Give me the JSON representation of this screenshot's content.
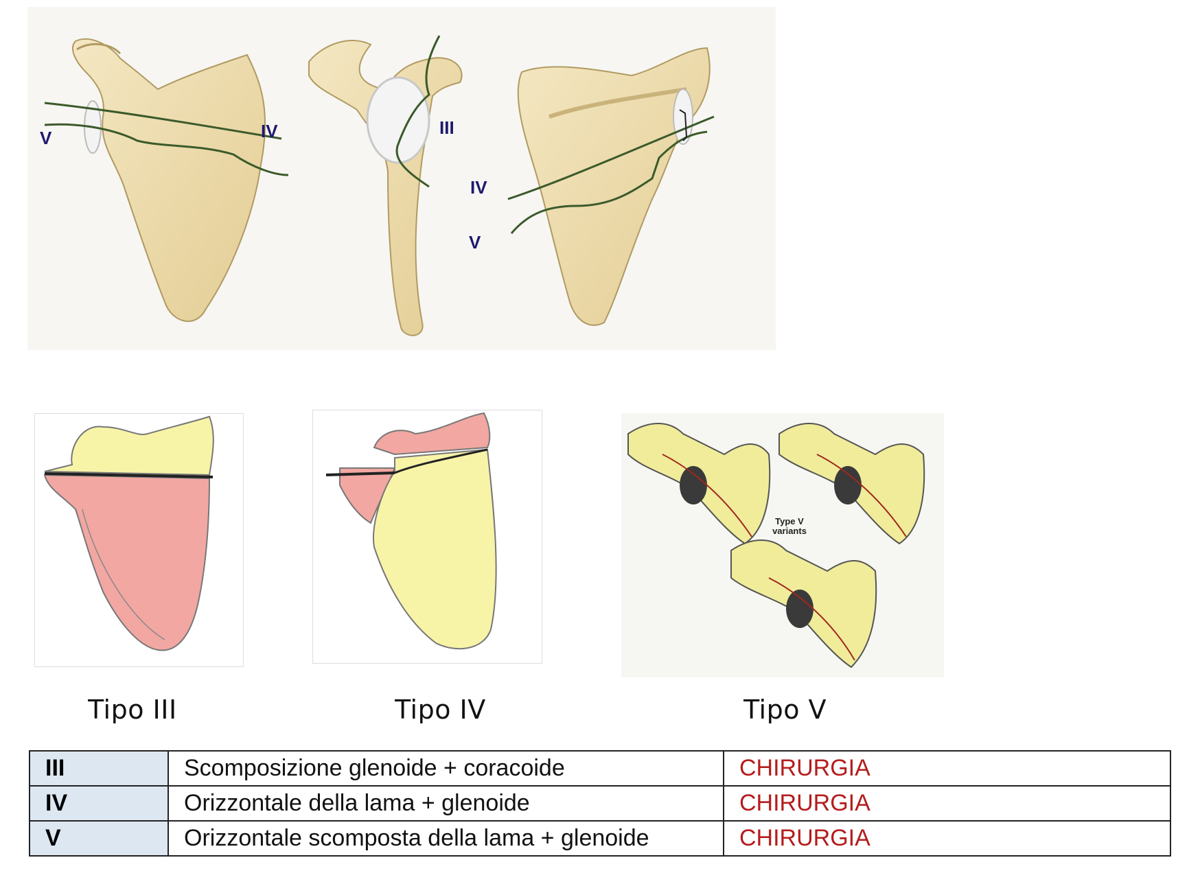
{
  "top_labels": {
    "left": [
      "V",
      "IV"
    ],
    "middle": [
      "III"
    ],
    "right": [
      "IV",
      "V"
    ]
  },
  "variants_label": [
    "Type V",
    "variants"
  ],
  "captions": [
    "Tipo III",
    "Tipo IV",
    "Tipo V"
  ],
  "table": {
    "rows": [
      {
        "type": "III",
        "description": "Scomposizione glenoide + coracoide",
        "treatment": "CHIRURGIA"
      },
      {
        "type": "IV",
        "description": "Orizzontale della lama + glenoide",
        "treatment": "CHIRURGIA"
      },
      {
        "type": "V",
        "description": "Orizzontale scomposta della lama + glenoide",
        "treatment": "CHIRURGIA"
      }
    ]
  },
  "colors": {
    "bone": "#efe0b4",
    "fracture_line": "#3b5a2a",
    "label": "#1e1a6e",
    "fragment_red": "#f2a7a2",
    "fragment_yellow": "#f7f4a8",
    "treatment_text": "#b41c1c",
    "type_cell_bg": "#dde7f2"
  }
}
